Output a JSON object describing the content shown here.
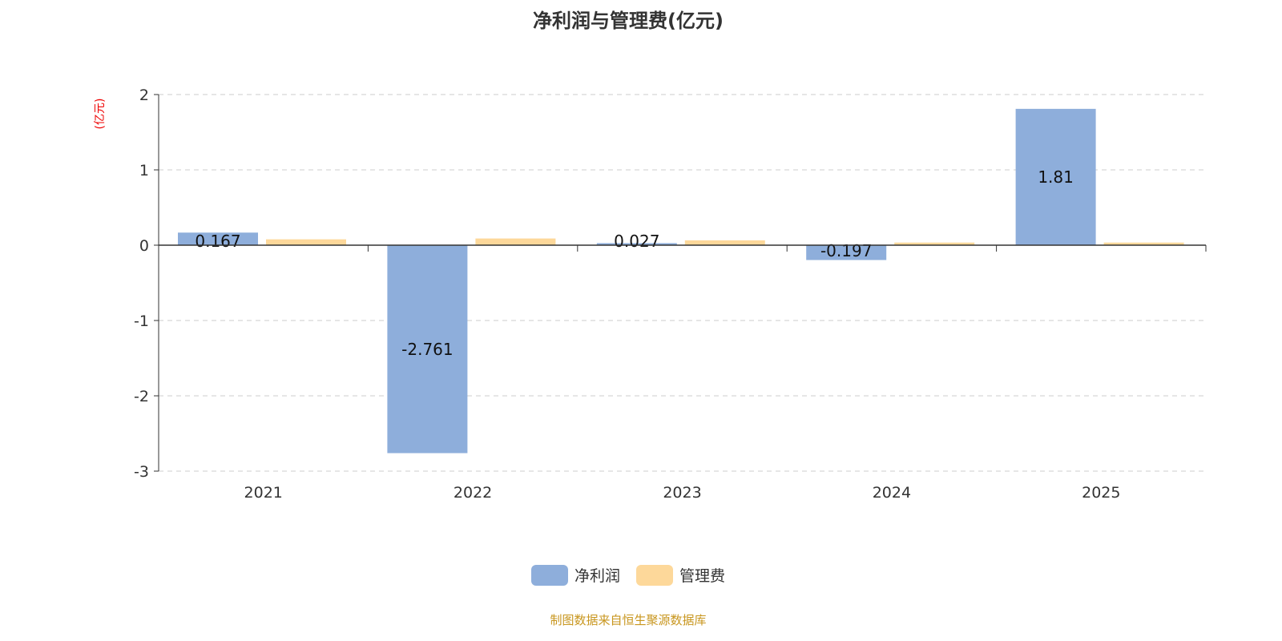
{
  "chart_data": {
    "type": "bar",
    "title": "净利润与管理费(亿元)",
    "ylabel": "(亿元)",
    "xlabel": "",
    "categories": [
      "2021",
      "2022",
      "2023",
      "2024",
      "2025"
    ],
    "series": [
      {
        "name": "净利润",
        "color": "#8eaedb",
        "values": [
          0.167,
          -2.761,
          0.027,
          -0.197,
          1.81
        ],
        "labels": [
          "0.167",
          "-2.761",
          "0.027",
          "-0.197",
          "1.81"
        ]
      },
      {
        "name": "管理费",
        "color": "#fdd89a",
        "values": [
          0.078,
          0.089,
          0.064,
          0.035,
          0.035
        ]
      }
    ],
    "ylim": [
      -3,
      2
    ],
    "yticks": [
      "2",
      "1",
      "0",
      "-1",
      "-2",
      "-3"
    ],
    "grid": true,
    "legend_position": "bottom"
  },
  "source": "制图数据来自恒生聚源数据库"
}
